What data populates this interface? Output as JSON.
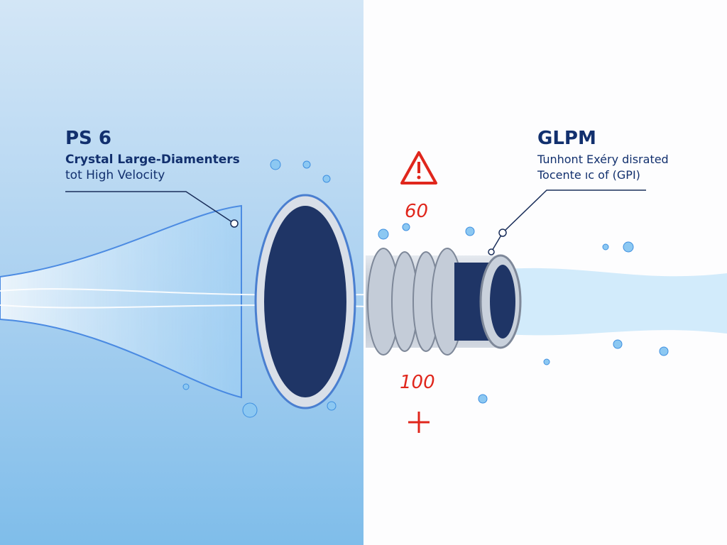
{
  "left_callout": {
    "title": "PS 6",
    "line1": "Crystal Large-Diamenters",
    "line2": "tot High Velocity"
  },
  "right_callout": {
    "title": "GLPM",
    "line1": "Tunhont Exéry disrated",
    "line2": "Tocente ıc of (GPI)"
  },
  "markers": {
    "top_value": "60",
    "bottom_value": "100",
    "warning_icon": "warning-triangle-icon",
    "plus_icon": "plus-icon"
  },
  "colors": {
    "accent_blue": "#12306e",
    "warning_red": "#e0261c",
    "water": "#4aa3e8"
  }
}
